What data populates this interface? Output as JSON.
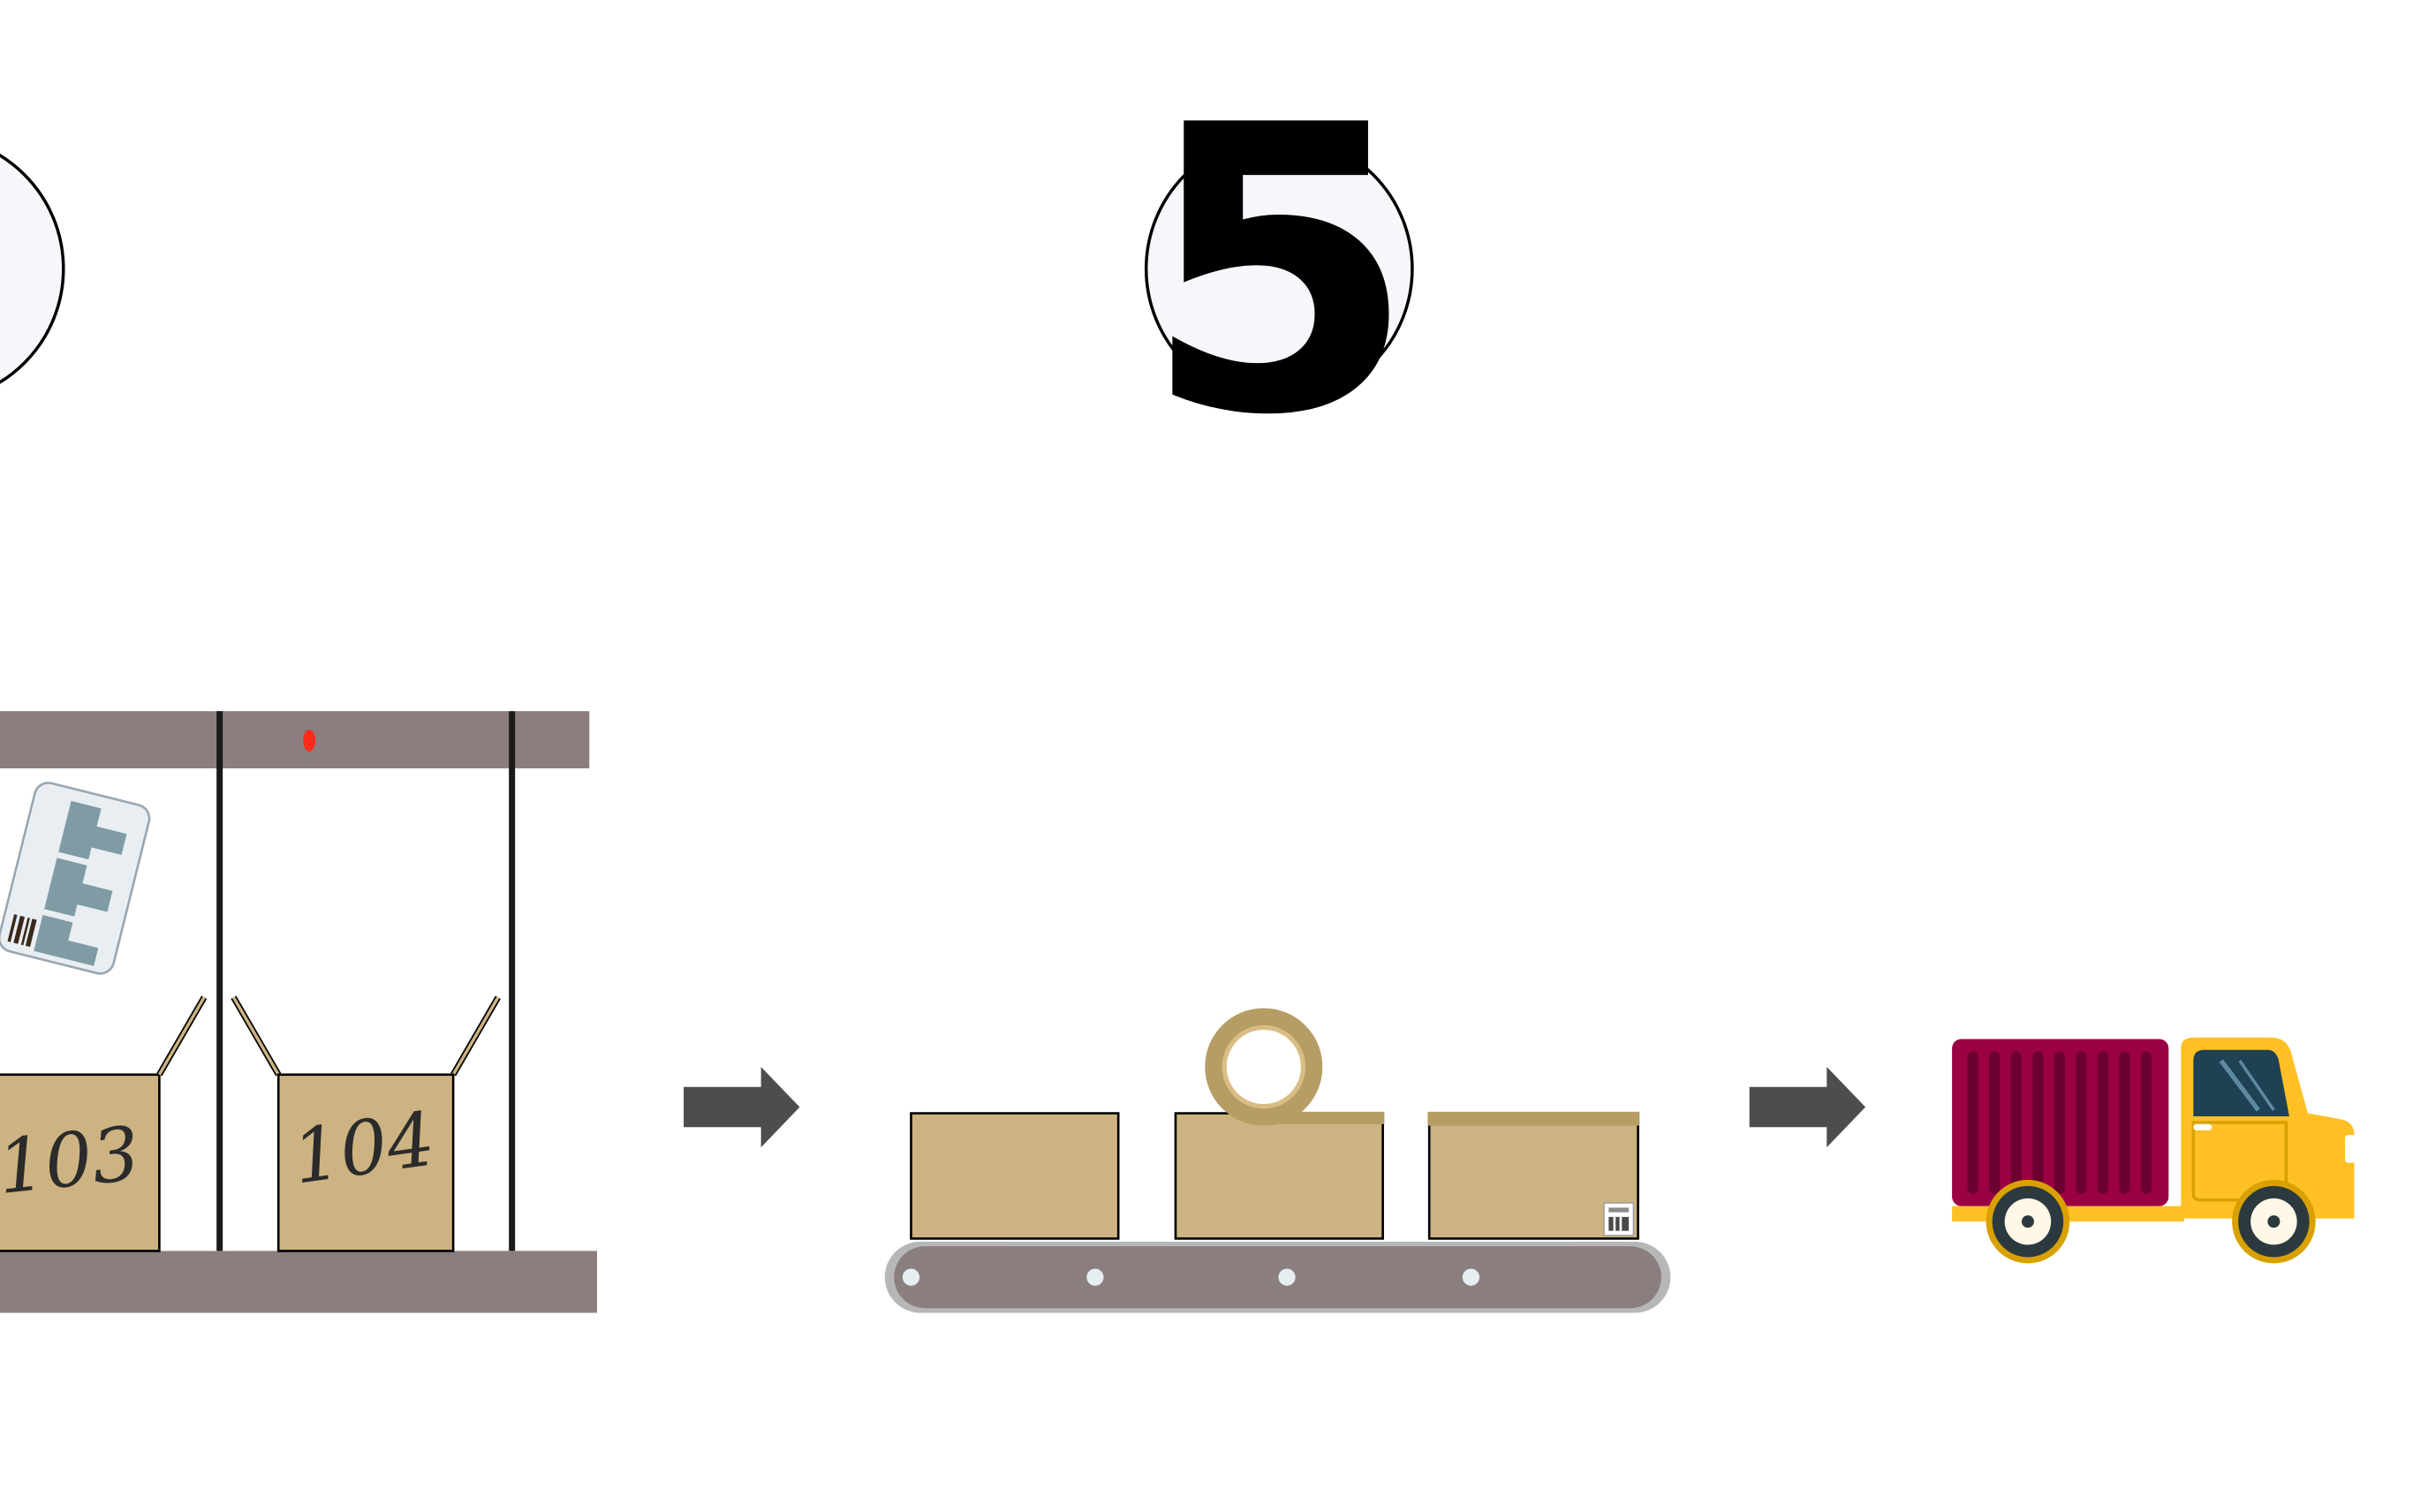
{
  "steps": {
    "current": "5"
  },
  "boxes": {
    "left_label": "103",
    "right_label": "104"
  },
  "colors": {
    "shelf": "#8a7e7e",
    "cardboard": "#ccb381",
    "tape": "#b59d64",
    "belt": "#8a7e7e",
    "belt_border": "#b7b7b7",
    "arrow": "#4d4d4d",
    "truck_cargo": "#9b0044",
    "truck_cab": "#fec025",
    "sensor": "#ff2b19",
    "label_tag": "#7f9ba4"
  },
  "icons": {
    "tag": "rfid-tag-icon",
    "truck": "delivery-truck-icon",
    "arrow": "arrow-right-icon",
    "tape": "tape-roll-icon",
    "barcode": "barcode-label-icon"
  }
}
